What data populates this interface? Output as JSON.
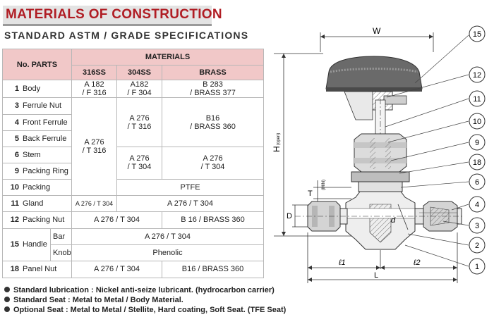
{
  "title": "MATERIALS OF CONSTRUCTION",
  "subtitle": "STANDARD  ASTM / GRADE  SPECIFICATIONS",
  "table": {
    "col_parts": "No. PARTS",
    "col_materials": "MATERIALS",
    "col_316ss": "316SS",
    "col_304ss": "304SS",
    "col_brass": "BRASS",
    "rows": [
      {
        "no": "1",
        "part": "Body",
        "c316": "A 182\n/ F 316",
        "c304": "A182\n/ F 304",
        "brass": "B 283\n/ BRASS 377"
      },
      {
        "no": "3",
        "part": "Ferrule Nut"
      },
      {
        "no": "4",
        "part": "Front Ferrule"
      },
      {
        "no": "5",
        "part": "Back Ferrule"
      },
      {
        "no": "6",
        "part": "Stem"
      },
      {
        "no": "9",
        "part": "Packing Ring"
      },
      {
        "no": "10",
        "part": "Packing"
      },
      {
        "no": "11",
        "part": "Gland"
      },
      {
        "no": "12",
        "part": "Packing Nut"
      },
      {
        "no": "15",
        "part": "Handle",
        "sub1": "Bar",
        "sub2": "Knob"
      },
      {
        "no": "18",
        "part": "Panel Nut"
      }
    ],
    "g316_3_9": "A 276\n/ T 316",
    "g304_3_5": "A 276\n/ T 316",
    "gbrass_3_5": "B16\n/ BRASS 360",
    "g304_6_9": "A 276\n/ T 304",
    "gbrass_6_9": "A 276\n/ T 304",
    "packing_all": "PTFE",
    "gland_316": "A 276 / T 304",
    "gland_rest": "A 276 / T 304",
    "pnut_ss": "A 276 / T 304",
    "pnut_brass": "B 16 / BRASS 360",
    "bar_all": "A 276 / T 304",
    "knob_all": "Phenolic",
    "panel_ss": "A 276 / T 304",
    "panel_brass": "B16 / BRASS 360"
  },
  "notes": [
    "Standard lubrication : Nickel anti-seize lubricant. (hydrocarbon carrier)",
    "Standard Seat : Metal to Metal / Body Material.",
    "Optional Seat : Metal to Metal / Stellite, Hard coating, Soft Seat. (TFE Seat)"
  ],
  "drawing": {
    "dim_w": "W",
    "dim_h": "H",
    "dim_h_sub": "(open)",
    "dim_t": "T",
    "dim_t_sub": "(MIN)",
    "dim_d_upper": "D",
    "dim_d_lower": "d",
    "dim_l": "L",
    "dim_l1": "ℓ1",
    "dim_l2": "ℓ2",
    "callouts": [
      "15",
      "12",
      "11",
      "10",
      "9",
      "18",
      "6",
      "4",
      "3",
      "2",
      "1"
    ]
  }
}
